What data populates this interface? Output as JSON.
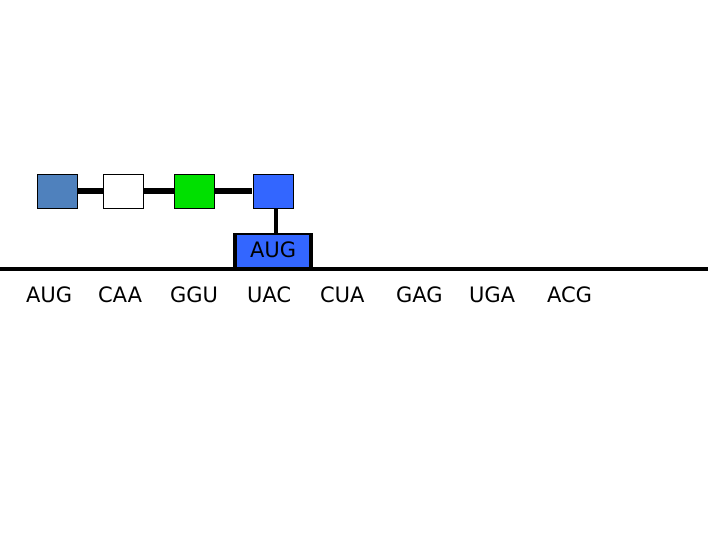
{
  "polypeptide": {
    "amino_acids": [
      {
        "color": "#4f81bd"
      },
      {
        "color": "#ffffff"
      },
      {
        "color": "#00e000"
      },
      {
        "color": "#3366ff"
      }
    ]
  },
  "trna": {
    "anticodon": "AUG",
    "color": "#3366ff"
  },
  "mrna": {
    "codons": [
      "AUG",
      "CAA",
      "GGU",
      "UAC",
      "CUA",
      "GAG",
      "UGA",
      "ACG"
    ]
  }
}
